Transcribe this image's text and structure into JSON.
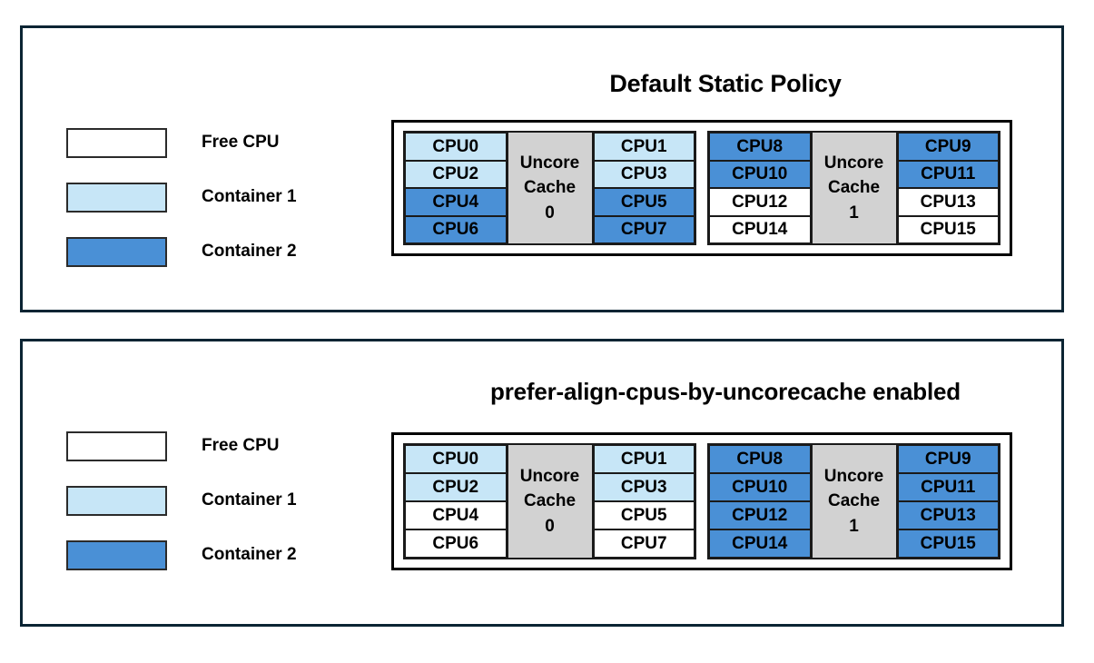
{
  "colors": {
    "free_cpu": "#ffffff",
    "container_1": "#c7e6f7",
    "container_2": "#4a90d6",
    "uncore_cache": "#d2d2d2",
    "panel_border": "#0b2433",
    "cell_border": "#1a1a1a",
    "text": "#000000"
  },
  "legend": {
    "items": [
      {
        "label": "Free CPU",
        "fill_key": "free_cpu"
      },
      {
        "label": "Container 1",
        "fill_key": "container_1"
      },
      {
        "label": "Container 2",
        "fill_key": "container_2"
      }
    ]
  },
  "panels": [
    {
      "id": "panel-top",
      "title": "Default Static Policy",
      "legend": {
        "items": [
          {
            "label": "Free CPU"
          },
          {
            "label": "Container 1"
          },
          {
            "label": "Container 2"
          }
        ]
      },
      "diagram": {
        "uncore_groups": [
          {
            "cache_label_line1": "Uncore",
            "cache_label_line2": "Cache",
            "cache_label_line3": "0",
            "left_column": [
              {
                "label": "CPU0",
                "state": "container_1"
              },
              {
                "label": "CPU2",
                "state": "container_1"
              },
              {
                "label": "CPU4",
                "state": "container_2"
              },
              {
                "label": "CPU6",
                "state": "container_2"
              }
            ],
            "right_column": [
              {
                "label": "CPU1",
                "state": "container_1"
              },
              {
                "label": "CPU3",
                "state": "container_1"
              },
              {
                "label": "CPU5",
                "state": "container_2"
              },
              {
                "label": "CPU7",
                "state": "container_2"
              }
            ]
          },
          {
            "cache_label_line1": "Uncore",
            "cache_label_line2": "Cache",
            "cache_label_line3": "1",
            "left_column": [
              {
                "label": "CPU8",
                "state": "container_2"
              },
              {
                "label": "CPU10",
                "state": "container_2"
              },
              {
                "label": "CPU12",
                "state": "free_cpu"
              },
              {
                "label": "CPU14",
                "state": "free_cpu"
              }
            ],
            "right_column": [
              {
                "label": "CPU9",
                "state": "container_2"
              },
              {
                "label": "CPU11",
                "state": "container_2"
              },
              {
                "label": "CPU13",
                "state": "free_cpu"
              },
              {
                "label": "CPU15",
                "state": "free_cpu"
              }
            ]
          }
        ]
      }
    },
    {
      "id": "panel-bottom",
      "title": "prefer-align-cpus-by-uncorecache enabled",
      "legend": {
        "items": [
          {
            "label": "Free CPU"
          },
          {
            "label": "Container 1"
          },
          {
            "label": "Container 2"
          }
        ]
      },
      "diagram": {
        "uncore_groups": [
          {
            "cache_label_line1": "Uncore",
            "cache_label_line2": "Cache",
            "cache_label_line3": "0",
            "left_column": [
              {
                "label": "CPU0",
                "state": "container_1"
              },
              {
                "label": "CPU2",
                "state": "container_1"
              },
              {
                "label": "CPU4",
                "state": "free_cpu"
              },
              {
                "label": "CPU6",
                "state": "free_cpu"
              }
            ],
            "right_column": [
              {
                "label": "CPU1",
                "state": "container_1"
              },
              {
                "label": "CPU3",
                "state": "container_1"
              },
              {
                "label": "CPU5",
                "state": "free_cpu"
              },
              {
                "label": "CPU7",
                "state": "free_cpu"
              }
            ]
          },
          {
            "cache_label_line1": "Uncore",
            "cache_label_line2": "Cache",
            "cache_label_line3": "1",
            "left_column": [
              {
                "label": "CPU8",
                "state": "container_2"
              },
              {
                "label": "CPU10",
                "state": "container_2"
              },
              {
                "label": "CPU12",
                "state": "container_2"
              },
              {
                "label": "CPU14",
                "state": "container_2"
              }
            ],
            "right_column": [
              {
                "label": "CPU9",
                "state": "container_2"
              },
              {
                "label": "CPU11",
                "state": "container_2"
              },
              {
                "label": "CPU13",
                "state": "container_2"
              },
              {
                "label": "CPU15",
                "state": "container_2"
              }
            ]
          }
        ]
      }
    }
  ]
}
